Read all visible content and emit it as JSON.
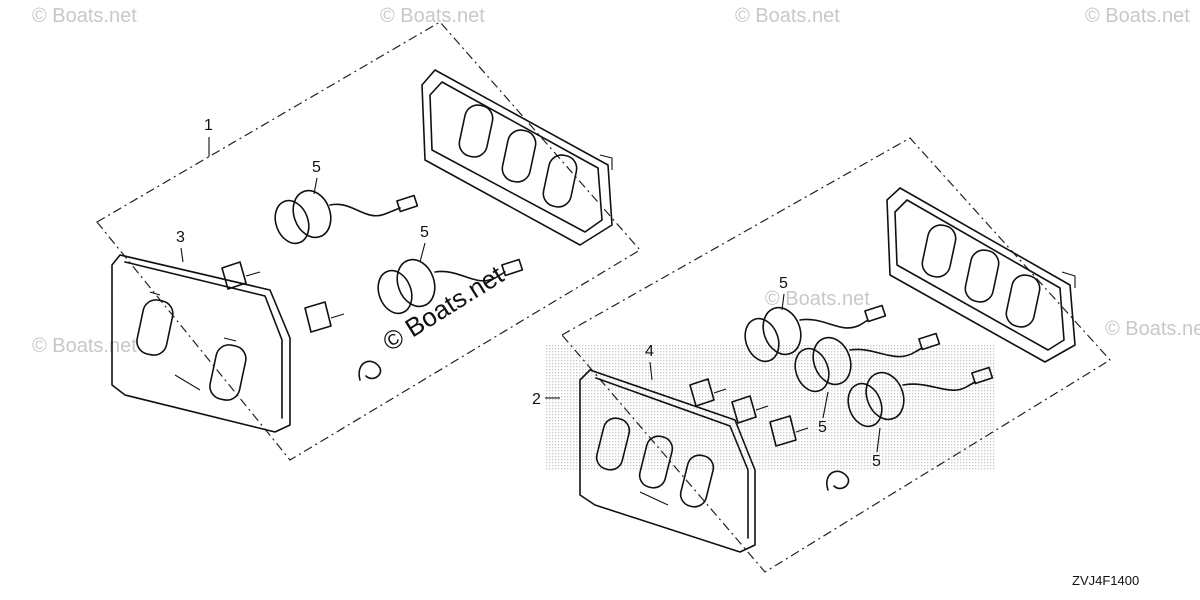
{
  "callouts": {
    "kit_1": "1",
    "kit_2": "2",
    "panel_3": "3",
    "panel_4": "4",
    "switch_5": "5"
  },
  "watermark": {
    "text": "© Boats.net"
  },
  "diagram_code": "ZVJ4F1400",
  "colors": {
    "line": "#111111",
    "watermark": "#c8c8c8",
    "halftone": "#bdbdbd"
  }
}
